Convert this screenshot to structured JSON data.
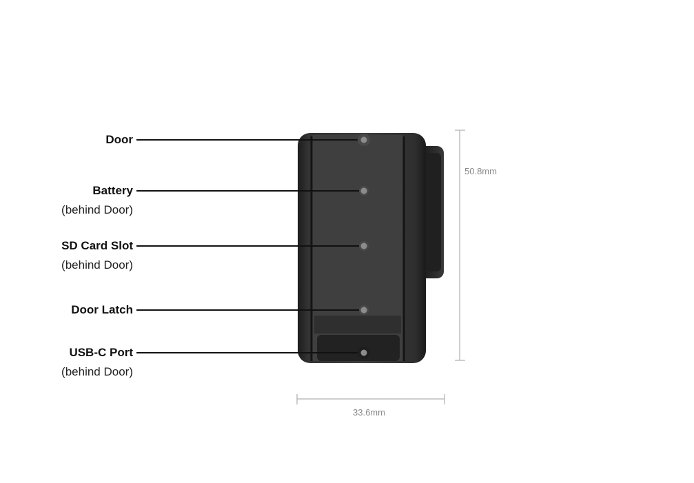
{
  "callouts": [
    {
      "label": "Door",
      "note": ""
    },
    {
      "label": "Battery",
      "note": "(behind Door)"
    },
    {
      "label": "SD Card Slot",
      "note": "(behind Door)"
    },
    {
      "label": "Door Latch",
      "note": ""
    },
    {
      "label": "USB-C Port",
      "note": "(behind Door)"
    }
  ],
  "dimensions": {
    "height": "50.8mm",
    "width": "33.6mm"
  },
  "colors": {
    "body_dark": "#2b2b2b",
    "body_mid": "#3a3a3a",
    "leader_line": "#111111",
    "dimension_line": "#bdbdbd",
    "marker_dot": "#8c8c8c"
  }
}
